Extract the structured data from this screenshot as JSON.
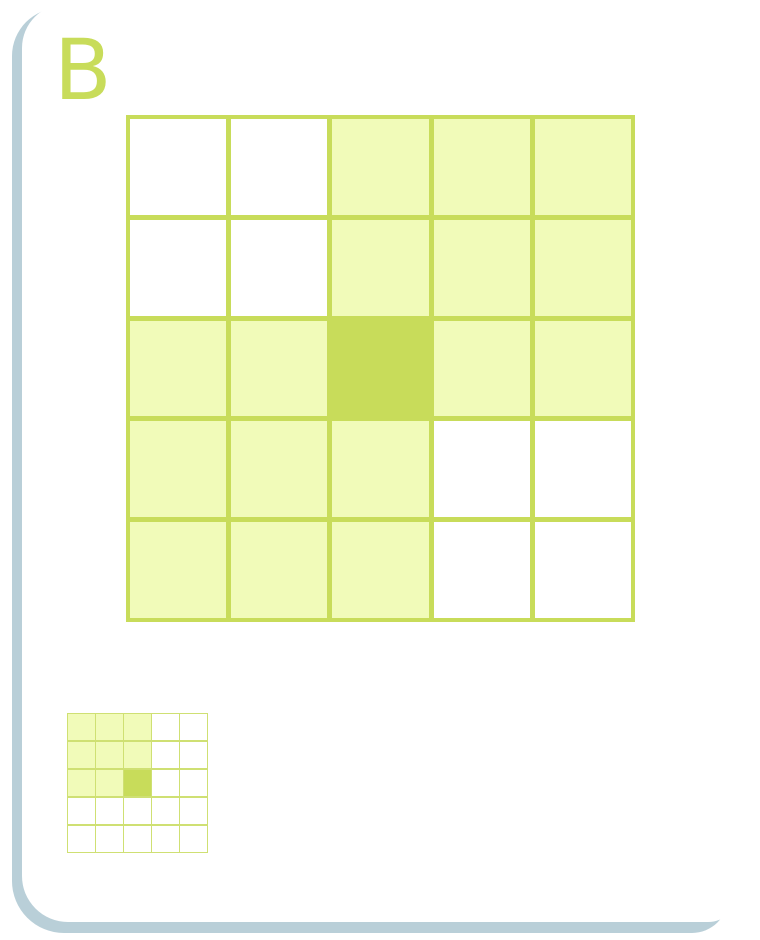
{
  "card": {
    "letter": "B"
  },
  "colors": {
    "grid_line": "#c8dc5a",
    "cell_light": "#f1fbb9",
    "cell_dark": "#c8dc5a",
    "cell_empty": "#ffffff",
    "card_shadow": "#b9cfd8"
  },
  "main_grid": {
    "rows": 5,
    "cols": 5,
    "cells": [
      [
        "empty",
        "empty",
        "light",
        "light",
        "light"
      ],
      [
        "empty",
        "empty",
        "light",
        "light",
        "light"
      ],
      [
        "light",
        "light",
        "dark",
        "light",
        "light"
      ],
      [
        "light",
        "light",
        "light",
        "empty",
        "empty"
      ],
      [
        "light",
        "light",
        "light",
        "empty",
        "empty"
      ]
    ]
  },
  "mini_grid": {
    "rows": 5,
    "cols": 5,
    "cells": [
      [
        "light",
        "light",
        "light",
        "empty",
        "empty"
      ],
      [
        "light",
        "light",
        "light",
        "empty",
        "empty"
      ],
      [
        "light",
        "light",
        "dark",
        "empty",
        "empty"
      ],
      [
        "empty",
        "empty",
        "empty",
        "empty",
        "empty"
      ],
      [
        "empty",
        "empty",
        "empty",
        "empty",
        "empty"
      ]
    ]
  }
}
